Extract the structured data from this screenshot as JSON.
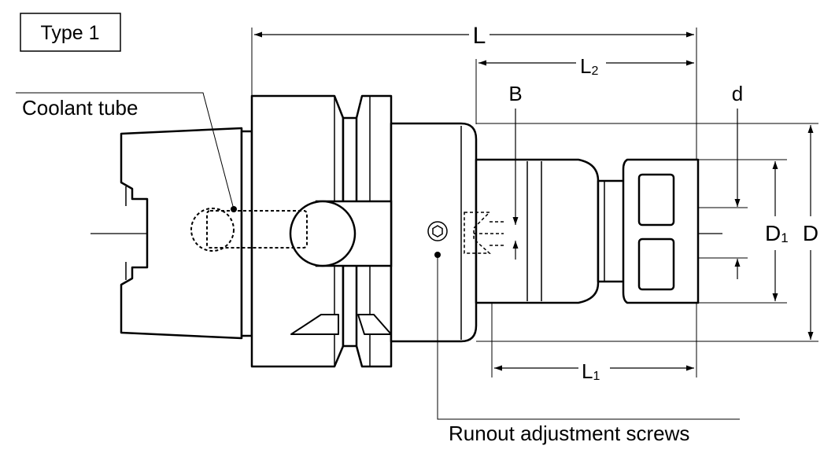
{
  "type_box": {
    "label": "Type 1"
  },
  "labels": {
    "coolant_tube": "Coolant tube",
    "runout": "Runout adjustment screws"
  },
  "dimensions": {
    "L": "L",
    "L2_main": "L",
    "L2_sub": "2",
    "L1_main": "L",
    "L1_sub": "1",
    "B": "B",
    "d": "d",
    "D1_main": "D",
    "D1_sub": "1",
    "D": "D"
  },
  "colors": {
    "stroke": "#000000",
    "fill": "#ffffff"
  }
}
